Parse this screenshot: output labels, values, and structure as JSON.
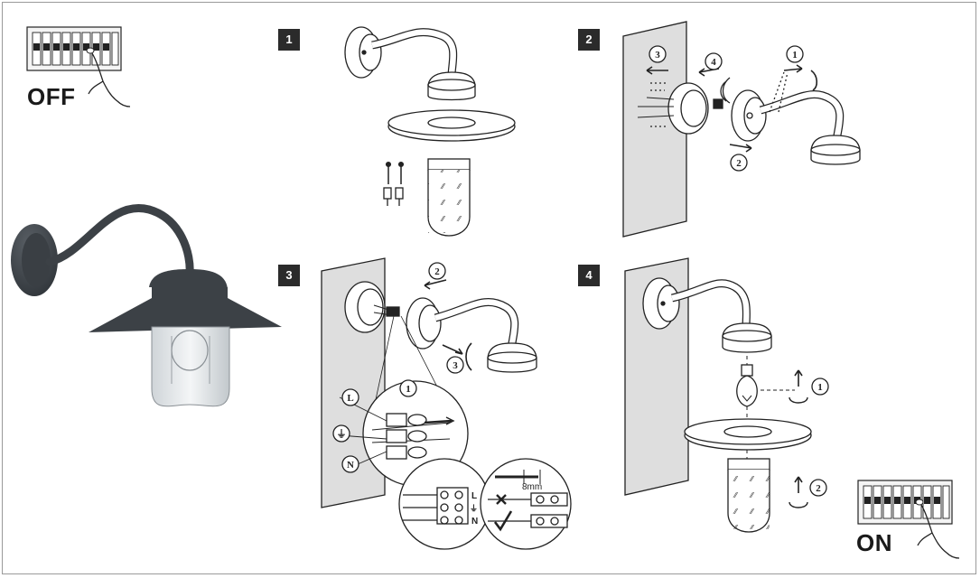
{
  "power_off": {
    "label": "OFF"
  },
  "power_on": {
    "label": "ON"
  },
  "steps": [
    {
      "number": "1"
    },
    {
      "number": "2"
    },
    {
      "number": "3"
    },
    {
      "number": "4"
    }
  ],
  "step2": {
    "callouts": [
      "1",
      "2",
      "3",
      "4"
    ]
  },
  "step3": {
    "callouts": [
      "1",
      "2",
      "3"
    ],
    "wire_labels": {
      "live": "L",
      "neutral": "N"
    },
    "terminal_labels": {
      "live": "L",
      "earth": "⏚",
      "neutral": "N"
    },
    "strip_length": "8mm"
  },
  "step4": {
    "callouts": [
      "1",
      "2"
    ]
  },
  "colors": {
    "line": "#222222",
    "wall": "#dedede",
    "badge": "#2b2b2b",
    "photo_metal": "#3c4146"
  }
}
